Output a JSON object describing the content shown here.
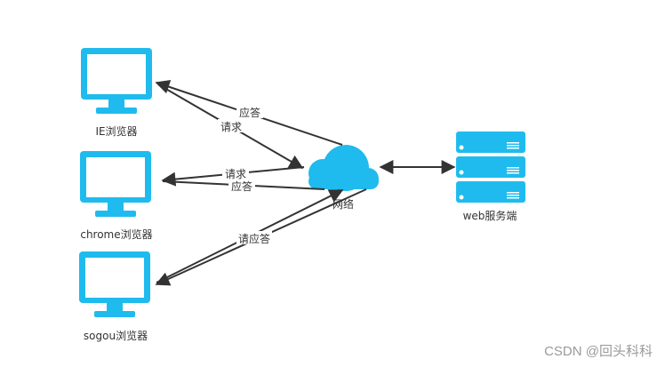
{
  "colors": {
    "accent": "#1fbbee",
    "arrow": "#333333",
    "text": "#333333",
    "watermark": "#9a9a9a"
  },
  "clients": [
    {
      "label": "IE浏览器",
      "icon": "monitor-icon"
    },
    {
      "label": "chrome浏览器",
      "icon": "monitor-icon"
    },
    {
      "label": "sogou浏览器",
      "icon": "monitor-icon"
    }
  ],
  "network": {
    "label": "网络",
    "icon": "cloud-icon"
  },
  "server": {
    "label": "web服务端",
    "icon": "server-rack-icon"
  },
  "edges": {
    "ie_response": "应答",
    "ie_request": "请求",
    "chrome_request": "请求",
    "chrome_response": "应答",
    "sogou_label": "请应答"
  },
  "watermark": "CSDN @回头科科"
}
